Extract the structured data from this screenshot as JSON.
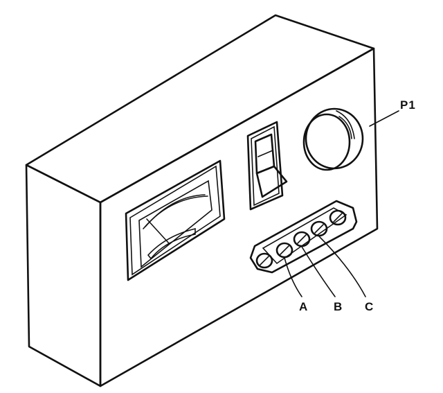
{
  "labels": {
    "p1": "P1",
    "a": "A",
    "b": "B",
    "c": "C"
  },
  "colors": {
    "ink": "#111111",
    "paper": "#ffffff"
  },
  "icons": {
    "meter": "analog-panel-meter-icon",
    "switch": "rocker-switch-icon",
    "knob": "potentiometer-knob-icon",
    "terminals": "terminal-strip-icon"
  }
}
